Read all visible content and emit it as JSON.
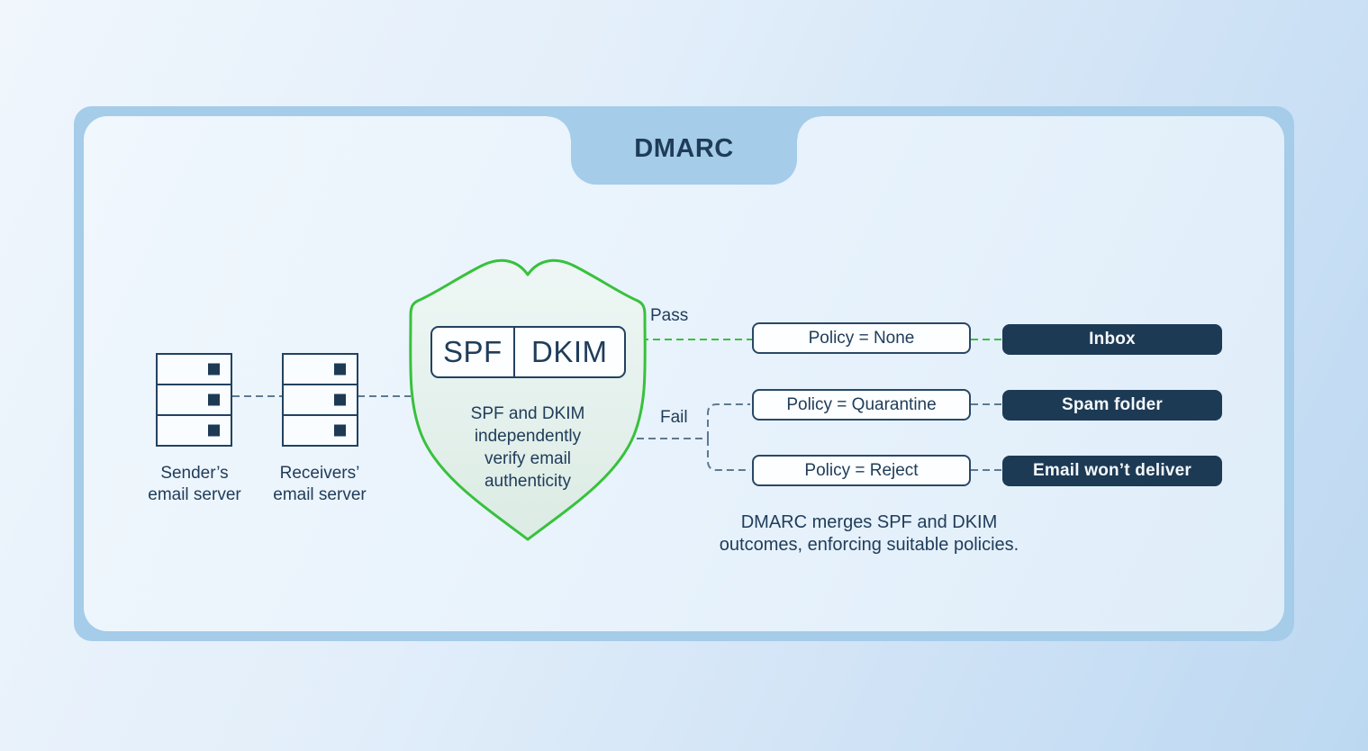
{
  "tab": {
    "title": "DMARC"
  },
  "servers": {
    "sender": {
      "line1": "Sender’s",
      "line2": "email server"
    },
    "receiver": {
      "line1": "Receivers’",
      "line2": "email server"
    }
  },
  "shield": {
    "spf": "SPF",
    "dkim": "DKIM",
    "description_lines": [
      "SPF and DKIM",
      "independently",
      "verify email",
      "authenticity"
    ]
  },
  "branches": {
    "pass": "Pass",
    "fail": "Fail"
  },
  "policies": {
    "none": "Policy = None",
    "quarantine": "Policy = Quarantine",
    "reject": "Policy = Reject"
  },
  "outcomes": {
    "inbox": "Inbox",
    "spam": "Spam folder",
    "no_deliver": "Email won’t deliver"
  },
  "caption": {
    "line1": "DMARC merges SPF and DKIM",
    "line2": "outcomes, enforcing suitable policies."
  },
  "colors": {
    "green": "#38c13c",
    "navy": "#1d3a55",
    "slate_dash": "#5d7a92",
    "tab_blue": "#a5cce9"
  }
}
